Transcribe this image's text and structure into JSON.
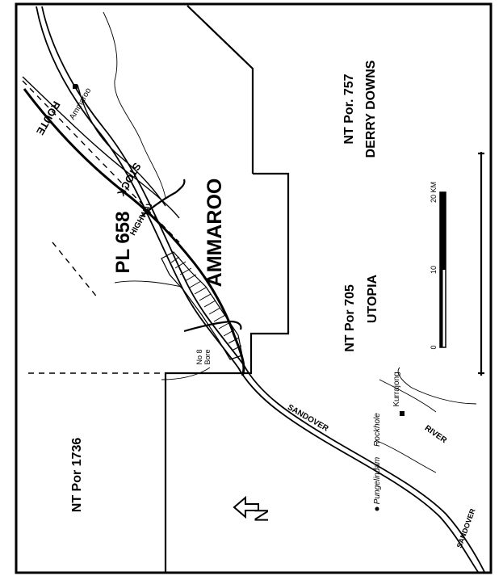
{
  "map": {
    "properties": {
      "pl658": "PL 658",
      "ammaroo": "AMMAROO",
      "derry_por": "NT Por. 757",
      "derry_name": "DERRY DOWNS",
      "utopia_por": "NT Por 705",
      "utopia_name": "UTOPIA",
      "nt1736": "NT Por 1736"
    },
    "roads": {
      "highway": "HIGHWAY",
      "stock": "STOCK",
      "route": "ROUTE"
    },
    "rivers": {
      "sandover": "SANDOVER",
      "river": "RIVER",
      "sandover_lower": "SANDOVER"
    },
    "places": {
      "ammaroo_hs": "Ammaroo",
      "no8_bore_1": "No 8",
      "no8_bore_2": "Bore",
      "kurrajong": "Kurrajong",
      "pungelindam": "Pungelindam",
      "rockhole": "Rockhole"
    },
    "scale_bar": {
      "labels": [
        "0",
        "10",
        "20 KM"
      ]
    },
    "north_arrow": {
      "label": "N"
    }
  }
}
